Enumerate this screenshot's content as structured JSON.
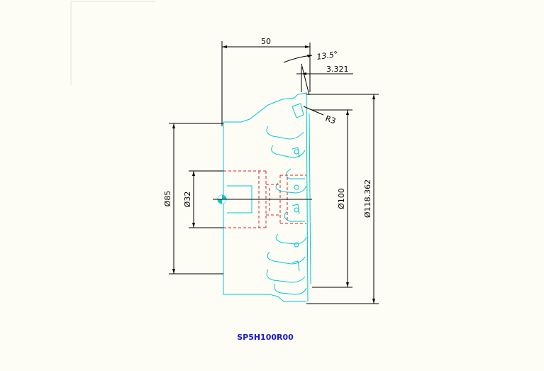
{
  "part_number": "SP5H100R00",
  "dimensions": {
    "length": "50",
    "angle": "13.5°",
    "offset": "3.321",
    "radius": "R3",
    "dia_body": "Ø85",
    "dia_bore": "Ø32",
    "dia_cutting": "Ø100",
    "dia_outer": "Ø118.362"
  },
  "colors": {
    "background": "#fdfdf5",
    "outline": "#00c8d2",
    "hidden": "#e02020",
    "dimension": "#000000",
    "caption": "#1a1ad8"
  }
}
